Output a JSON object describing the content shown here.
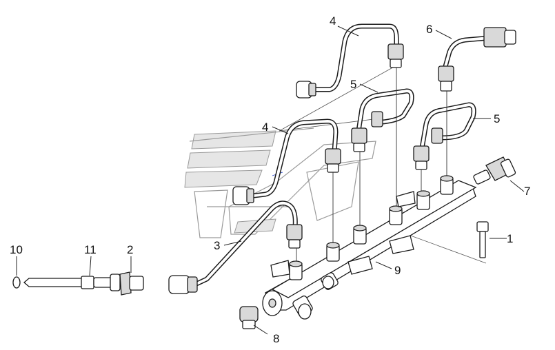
{
  "callouts": [
    {
      "id": "1",
      "text": "1"
    },
    {
      "id": "2",
      "text": "2"
    },
    {
      "id": "3",
      "text": "3"
    },
    {
      "id": "4a",
      "text": "4"
    },
    {
      "id": "4b",
      "text": "4"
    },
    {
      "id": "5a",
      "text": "5"
    },
    {
      "id": "5b",
      "text": "5"
    },
    {
      "id": "6",
      "text": "6"
    },
    {
      "id": "7",
      "text": "7"
    },
    {
      "id": "8",
      "text": "8"
    },
    {
      "id": "9",
      "text": "9"
    },
    {
      "id": "10",
      "text": "10"
    },
    {
      "id": "11",
      "text": "11"
    }
  ],
  "colors": {
    "line": "#1a1a1a",
    "watermark": "#9a9a9a",
    "background": "#ffffff"
  }
}
